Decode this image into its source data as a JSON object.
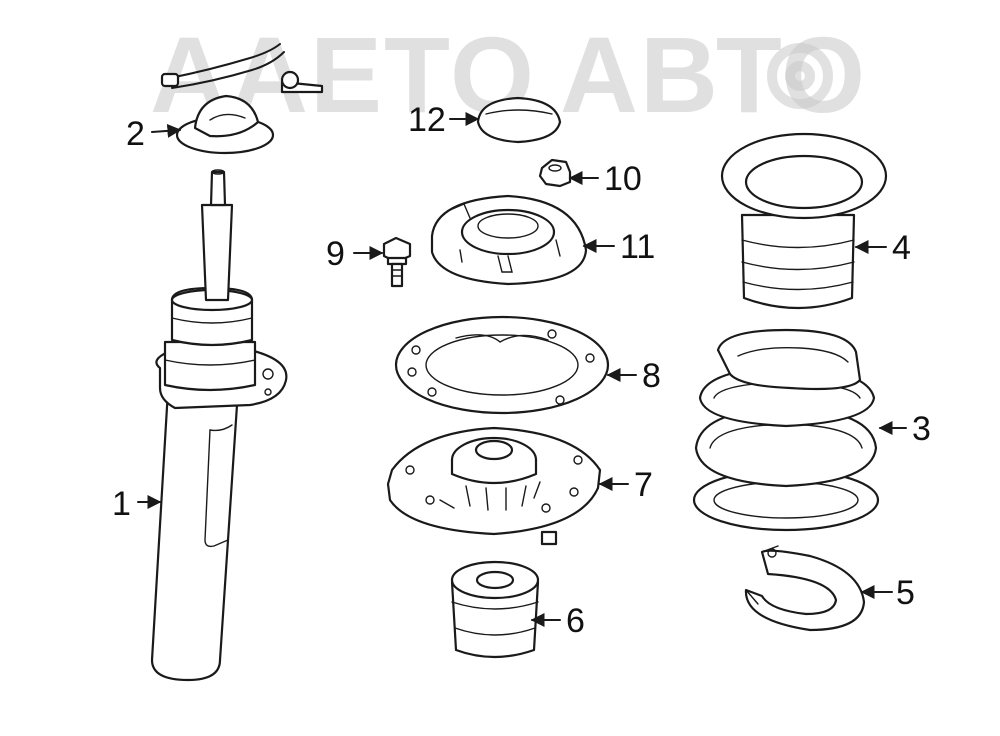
{
  "watermark": {
    "brand_left": "AAETO",
    "brand_right": "АВТО"
  },
  "callouts": {
    "c1": "1",
    "c2": "2",
    "c3": "3",
    "c4": "4",
    "c5": "5",
    "c6": "6",
    "c7": "7",
    "c8": "8",
    "c9": "9",
    "c10": "10",
    "c11": "11",
    "c12": "12"
  },
  "colors": {
    "line": "#1a1a1a",
    "watermark": "#c8c8c8",
    "background": "#ffffff"
  }
}
